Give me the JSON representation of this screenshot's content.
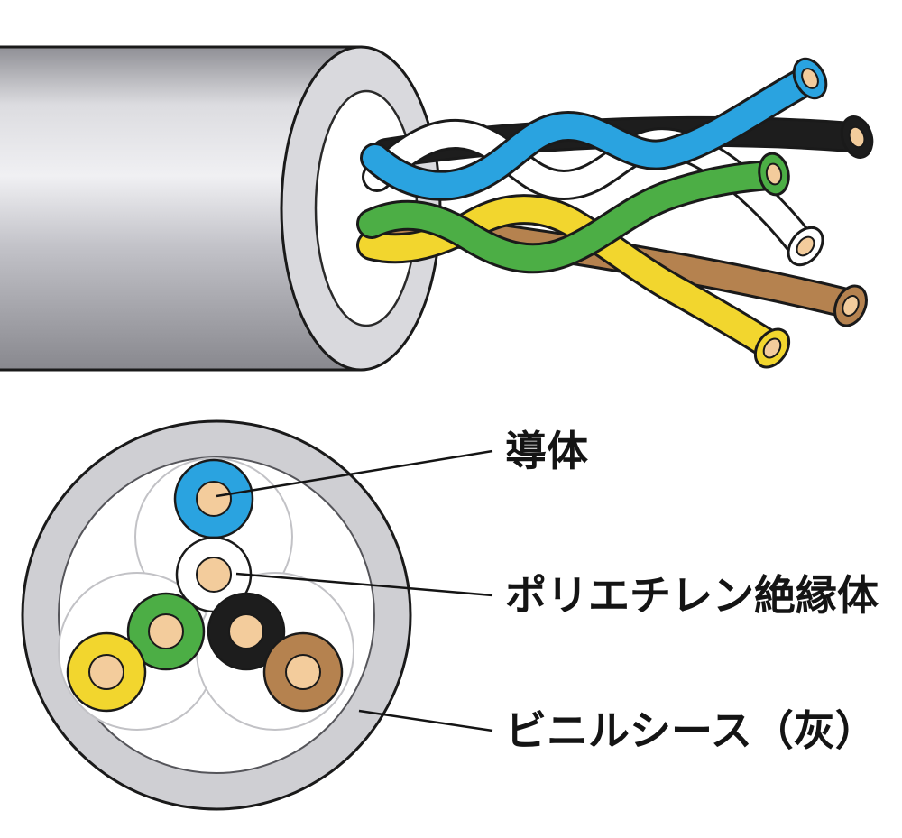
{
  "figure": {
    "title": "cable-construction-diagram",
    "labels": {
      "conductor": "導体",
      "insulation": "ポリエチレン絶縁体",
      "sheath": "ビニルシース（灰）"
    }
  },
  "colors": {
    "sheath": "#cfcfd3",
    "sheath_face": "#d9d9dd",
    "opening": "#ffffff",
    "copper": "#f3cc9c",
    "blue": "#2aa3e0",
    "white": "#ffffff",
    "green": "#4cae45",
    "yellow": "#f2d62e",
    "black": "#1d1d1d",
    "brown": "#b5824f"
  },
  "cross_section": {
    "wires": [
      "blue",
      "white",
      "green",
      "black",
      "yellow",
      "brown"
    ],
    "pairs": [
      "blue-white",
      "green-yellow",
      "black-brown"
    ]
  }
}
